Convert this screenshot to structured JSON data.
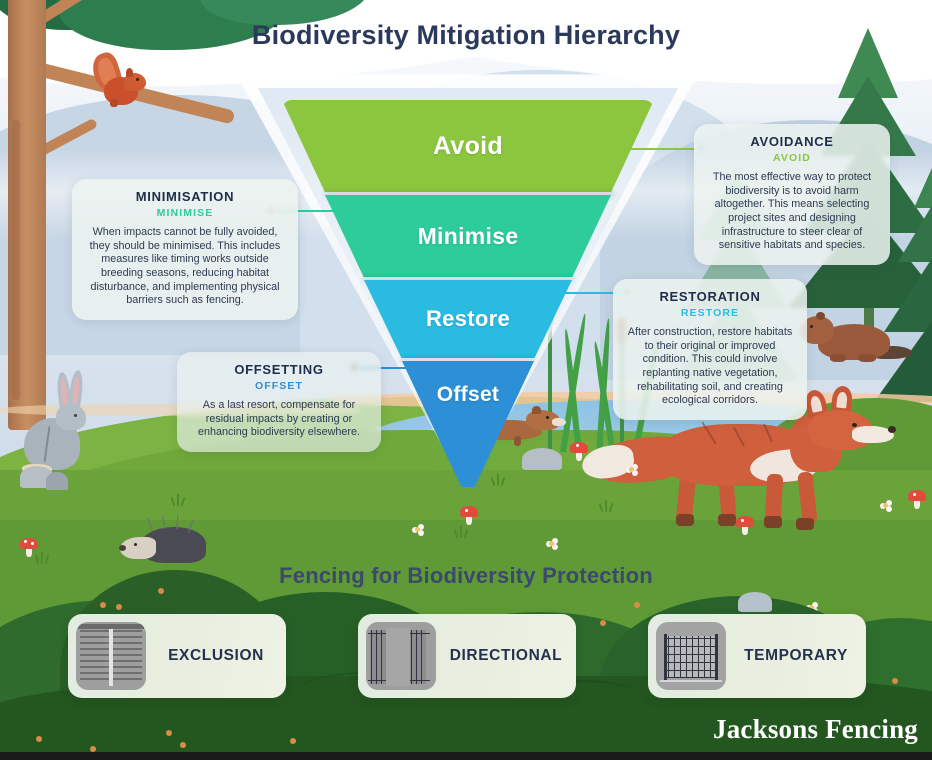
{
  "header": {
    "title": "Biodiversity Mitigation Hierarchy"
  },
  "funnel": {
    "segments": [
      {
        "label": "Avoid",
        "color": "#8cc63f"
      },
      {
        "label": "Minimise",
        "color": "#2ecc9b"
      },
      {
        "label": "Restore",
        "color": "#2bbbe0"
      },
      {
        "label": "Offset",
        "color": "#2d8fd5"
      }
    ]
  },
  "callouts": [
    {
      "id": "avoidance",
      "title": "AVOIDANCE",
      "tag": "AVOID",
      "tag_color": "#8cc63f",
      "body": "The most effective way to protect biodiversity is to avoid harm altogether. This means selecting project sites and designing infrastructure to steer clear of sensitive habitats and species."
    },
    {
      "id": "minimisation",
      "title": "MINIMISATION",
      "tag": "MINIMISE",
      "tag_color": "#2ecc9b",
      "body": "When impacts cannot be fully avoided, they should be minimised. This includes measures like timing works outside breeding seasons, reducing habitat disturbance, and implementing physical barriers such as fencing."
    },
    {
      "id": "restoration",
      "title": "RESTORATION",
      "tag": "RESTORE",
      "tag_color": "#2bbbe0",
      "body": "After construction, restore habitats to their original or improved condition. This could involve replanting native vegetation, rehabilitating soil, and creating ecological corridors."
    },
    {
      "id": "offsetting",
      "title": "OFFSETTING",
      "tag": "OFFSET",
      "tag_color": "#2d8fd5",
      "body": "As a last resort, compensate for residual impacts by creating or enhancing biodiversity elsewhere."
    }
  ],
  "fencing": {
    "heading": "Fencing for Biodiversity Protection",
    "cards": [
      {
        "label": "EXCLUSION",
        "icon": "exclusion-fence-icon"
      },
      {
        "label": "DIRECTIONAL",
        "icon": "directional-fence-icon"
      },
      {
        "label": "TEMPORARY",
        "icon": "temporary-fence-icon"
      }
    ]
  },
  "brand": {
    "name": "Jacksons Fencing"
  },
  "palette": {
    "title_text": "#2b3a5c",
    "subtitle_text": "#3b4a6b",
    "card_bg": "#ecf3f0",
    "sky_top": "#ffffff",
    "ground_green": "#6aa33a",
    "dark_green": "#4e7d2c"
  },
  "scene": {
    "animals": [
      "squirrel",
      "rabbit",
      "hedgehog",
      "fox",
      "beaver",
      "weasel"
    ],
    "flora": [
      "pine-tree",
      "oak-tree",
      "cattails",
      "mushrooms",
      "bushes"
    ]
  }
}
